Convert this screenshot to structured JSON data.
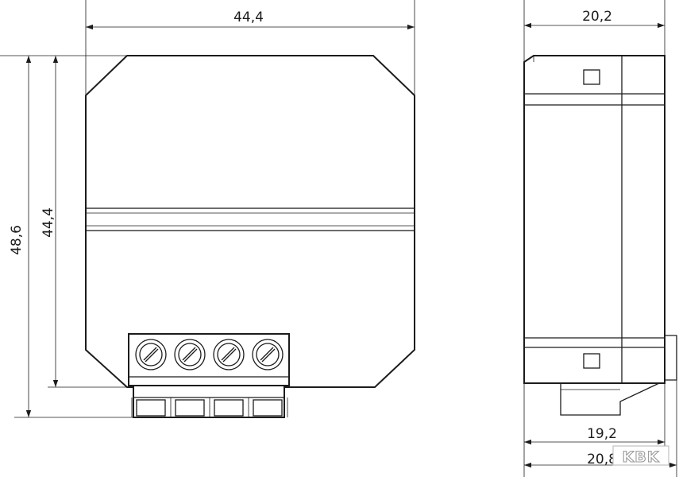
{
  "dimensions": {
    "front_width": "44,4",
    "front_height_total": "48,6",
    "front_height_body": "44,4",
    "side_depth_top": "20,2",
    "side_depth_inner": "19,2",
    "side_depth_total": "20,8"
  },
  "terminal_count": 4,
  "watermark": "KBK",
  "colors": {
    "line": "#1c1c1c",
    "background": "#ffffff",
    "watermark_stroke": "#9a9a9a"
  }
}
